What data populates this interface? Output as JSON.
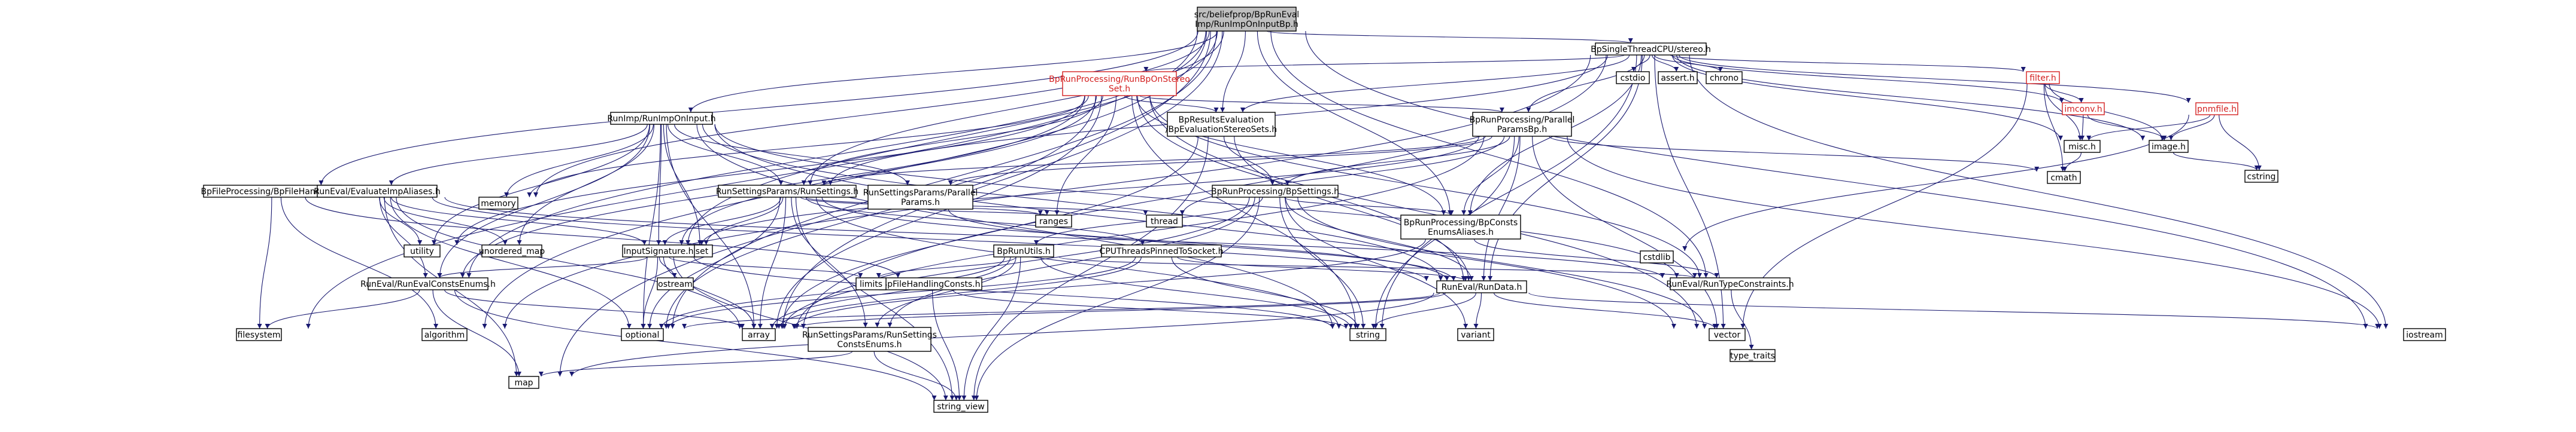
{
  "title": "src/beliefprop/BpRunEvalImp/RunImpOnInputBp.h",
  "colors": {
    "edge": "#191970",
    "root_fill": "#bfbfbf",
    "red_border": "#d42020"
  },
  "nodes": [
    {
      "id": "root",
      "lines": [
        "src/beliefprop/BpRunEval",
        "Imp/RunImpOnInputBp.h"
      ],
      "style": "root"
    },
    {
      "id": "single_thread",
      "lines": [
        "BpSingleThreadCPU/stereo.h"
      ]
    },
    {
      "id": "run_bp_stereo",
      "lines": [
        "BpRunProcessing/RunBpOnStereo",
        "Set.h"
      ],
      "style": "red"
    },
    {
      "id": "filter",
      "lines": [
        "filter.h"
      ],
      "style": "red"
    },
    {
      "id": "imconv",
      "lines": [
        "imconv.h"
      ],
      "style": "red"
    },
    {
      "id": "pnmfile",
      "lines": [
        "pnmfile.h"
      ],
      "style": "red"
    },
    {
      "id": "cstdio",
      "lines": [
        "cstdio"
      ]
    },
    {
      "id": "assert",
      "lines": [
        "assert.h"
      ]
    },
    {
      "id": "chrono",
      "lines": [
        "chrono"
      ]
    },
    {
      "id": "run_imp_input",
      "lines": [
        "RunImp/RunImpOnInput.h"
      ]
    },
    {
      "id": "bp_results_eval",
      "lines": [
        "BpResultsEvaluation",
        "/BpEvaluationStereoSets.h"
      ]
    },
    {
      "id": "parallel_params_bp",
      "lines": [
        "BpRunProcessing/Parallel",
        "ParamsBp.h"
      ]
    },
    {
      "id": "misc",
      "lines": [
        "misc.h"
      ]
    },
    {
      "id": "image",
      "lines": [
        "image.h"
      ]
    },
    {
      "id": "cstring",
      "lines": [
        "cstring"
      ]
    },
    {
      "id": "cmath",
      "lines": [
        "cmath"
      ]
    },
    {
      "id": "file_handling",
      "lines": [
        "BpFileProcessing/BpFileHandling.h"
      ]
    },
    {
      "id": "evaluate_aliases",
      "lines": [
        "RunEval/EvaluateImpAliases.h"
      ]
    },
    {
      "id": "memory",
      "lines": [
        "memory"
      ]
    },
    {
      "id": "run_settings",
      "lines": [
        "RunSettingsParams/RunSettings.h"
      ]
    },
    {
      "id": "parallel_params",
      "lines": [
        "RunSettingsParams/Parallel",
        "Params.h"
      ]
    },
    {
      "id": "bp_settings",
      "lines": [
        "BpRunProcessing/BpSettings.h"
      ]
    },
    {
      "id": "bp_consts",
      "lines": [
        "BpRunProcessing/BpConsts",
        "EnumsAliases.h"
      ]
    },
    {
      "id": "ranges",
      "lines": [
        "ranges"
      ]
    },
    {
      "id": "thread",
      "lines": [
        "thread"
      ]
    },
    {
      "id": "utility",
      "lines": [
        "utility"
      ]
    },
    {
      "id": "unordered_map",
      "lines": [
        "unordered_map"
      ]
    },
    {
      "id": "set",
      "lines": [
        "set"
      ]
    },
    {
      "id": "input_signature",
      "lines": [
        "InputSignature.h"
      ]
    },
    {
      "id": "cpu_threads",
      "lines": [
        "CPUThreadsPinnedToSocket.h"
      ]
    },
    {
      "id": "bp_run_utils",
      "lines": [
        "BpRunUtils.h"
      ]
    },
    {
      "id": "run_eval_consts",
      "lines": [
        "RunEval/RunEvalConstsEnums.h"
      ]
    },
    {
      "id": "file_handling_consts",
      "lines": [
        "BpFileHandlingConsts.h"
      ]
    },
    {
      "id": "run_data",
      "lines": [
        "RunEval/RunData.h"
      ]
    },
    {
      "id": "run_type_constraints",
      "lines": [
        "RunEval/RunTypeConstraints.h"
      ]
    },
    {
      "id": "cstdlib",
      "lines": [
        "cstdlib"
      ]
    },
    {
      "id": "ostream",
      "lines": [
        "ostream"
      ]
    },
    {
      "id": "limits",
      "lines": [
        "limits"
      ]
    },
    {
      "id": "filesystem",
      "lines": [
        "filesystem"
      ]
    },
    {
      "id": "algorithm",
      "lines": [
        "algorithm"
      ]
    },
    {
      "id": "optional",
      "lines": [
        "optional"
      ]
    },
    {
      "id": "array",
      "lines": [
        "array"
      ]
    },
    {
      "id": "run_settings_consts",
      "lines": [
        "RunSettingsParams/RunSettings",
        "ConstsEnums.h"
      ]
    },
    {
      "id": "string",
      "lines": [
        "string"
      ]
    },
    {
      "id": "variant",
      "lines": [
        "variant"
      ]
    },
    {
      "id": "vector",
      "lines": [
        "vector"
      ]
    },
    {
      "id": "iostream",
      "lines": [
        "iostream"
      ]
    },
    {
      "id": "type_traits",
      "lines": [
        "type_traits"
      ]
    },
    {
      "id": "map",
      "lines": [
        "map"
      ]
    },
    {
      "id": "string_view",
      "lines": [
        "string_view"
      ]
    }
  ]
}
